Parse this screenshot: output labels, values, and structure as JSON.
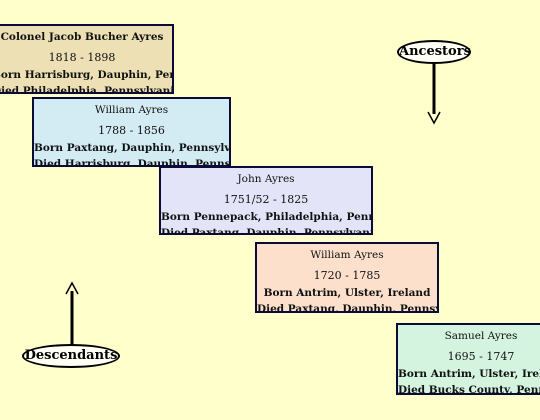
{
  "labels": {
    "ancestors": "Ancestors",
    "descendants": "Descendants"
  },
  "cards": [
    {
      "name": "Colonel Jacob Bucher Ayres",
      "dates": "1818 - 1898",
      "born": "Born Harrisburg, Dauphin, Pennsylvania",
      "died": "Died Philadelphia, Pennsylvania",
      "color": "#ece0b4"
    },
    {
      "name": "William Ayres",
      "dates": "1788 - 1856",
      "born": "Born Paxtang, Dauphin, Pennsylvania",
      "died": "Died Harrisburg, Dauphin, Pennsylvania",
      "color": "#d3ecf4"
    },
    {
      "name": "John Ayres",
      "dates": "1751/52 - 1825",
      "born": "Born Pennepack, Philadelphia, Pennsylvania",
      "died": "Died Paxtang, Dauphin, Pennsylvania",
      "color": "#e4e4f8"
    },
    {
      "name": "William Ayres",
      "dates": "1720 - 1785",
      "born": "Born Antrim, Ulster, Ireland",
      "died": "Died Paxtang, Dauphin, Pennsylvania",
      "color": "#fde0cc"
    },
    {
      "name": "Samuel Ayres",
      "dates": "1695 - 1747",
      "born": "Born Antrim, Ulster, Ireland",
      "died": "Died Bucks County, Pennsylvania",
      "color": "#d4f4e0"
    }
  ],
  "colors": {
    "background": "#ffffcc",
    "border": "#0b0b3a"
  }
}
